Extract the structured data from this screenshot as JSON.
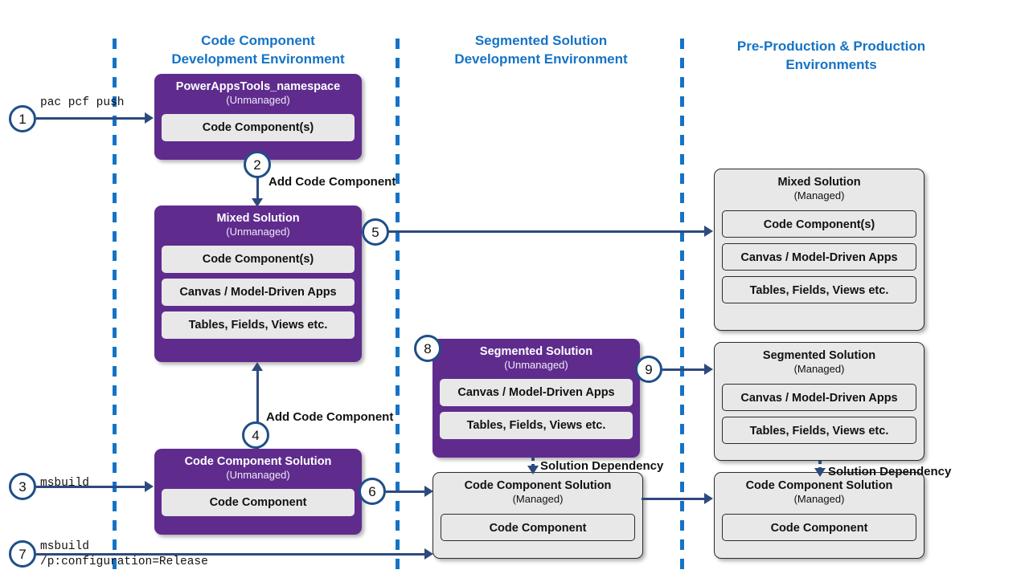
{
  "lanes": [
    {
      "title": "Code Component\nDevelopment Environment"
    },
    {
      "title": "Segmented Solution\nDevelopment Environment"
    },
    {
      "title": "Pre-Production & Production\nEnvironments"
    }
  ],
  "colors": {
    "lane_accent": "#1573c6",
    "unmanaged_box": "#5f2c8e",
    "managed_box": "#e8e8e8",
    "connector": "#2e4a7d",
    "badge_border": "#1f4e88"
  },
  "boxes": {
    "powerappstools": {
      "title": "PowerAppsTools_namespace",
      "subtitle": "(Unmanaged)",
      "items": [
        "Code Component(s)"
      ]
    },
    "mixed_unmanaged": {
      "title": "Mixed Solution",
      "subtitle": "(Unmanaged)",
      "items": [
        "Code Component(s)",
        "Canvas / Model-Driven Apps",
        "Tables, Fields, Views etc."
      ]
    },
    "mixed_managed": {
      "title": "Mixed Solution",
      "subtitle": "(Managed)",
      "items": [
        "Code Component(s)",
        "Canvas / Model-Driven Apps",
        "Tables, Fields, Views etc."
      ]
    },
    "segmented_unmanaged": {
      "title": "Segmented Solution",
      "subtitle": "(Unmanaged)",
      "items": [
        "Canvas / Model-Driven Apps",
        "Tables, Fields, Views etc."
      ]
    },
    "segmented_managed": {
      "title": "Segmented Solution",
      "subtitle": "(Managed)",
      "items": [
        "Canvas / Model-Driven Apps",
        "Tables, Fields, Views etc."
      ]
    },
    "codecomp_unmanaged": {
      "title": "Code Component Solution",
      "subtitle": "(Unmanaged)",
      "items": [
        "Code Component"
      ]
    },
    "codecomp_managed_mid": {
      "title": "Code Component Solution",
      "subtitle": "(Managed)",
      "items": [
        "Code Component"
      ]
    },
    "codecomp_managed_right": {
      "title": "Code Component Solution",
      "subtitle": "(Managed)",
      "items": [
        "Code Component"
      ]
    }
  },
  "steps": {
    "s1": "1",
    "s2": "2",
    "s3": "3",
    "s4": "4",
    "s5": "5",
    "s6": "6",
    "s7": "7",
    "s8": "8",
    "s9": "9"
  },
  "labels": {
    "cmd_pac_pcf_push": "pac pcf push",
    "cmd_msbuild": "msbuild",
    "cmd_msbuild_release_l1": "msbuild",
    "cmd_msbuild_release_l2": "/p:configuration=Release",
    "add_code_component_down": "Add Code Component",
    "add_code_component_up": "Add Code Component",
    "solution_dependency_mid": "Solution Dependency",
    "solution_dependency_right": "Solution Dependency"
  }
}
